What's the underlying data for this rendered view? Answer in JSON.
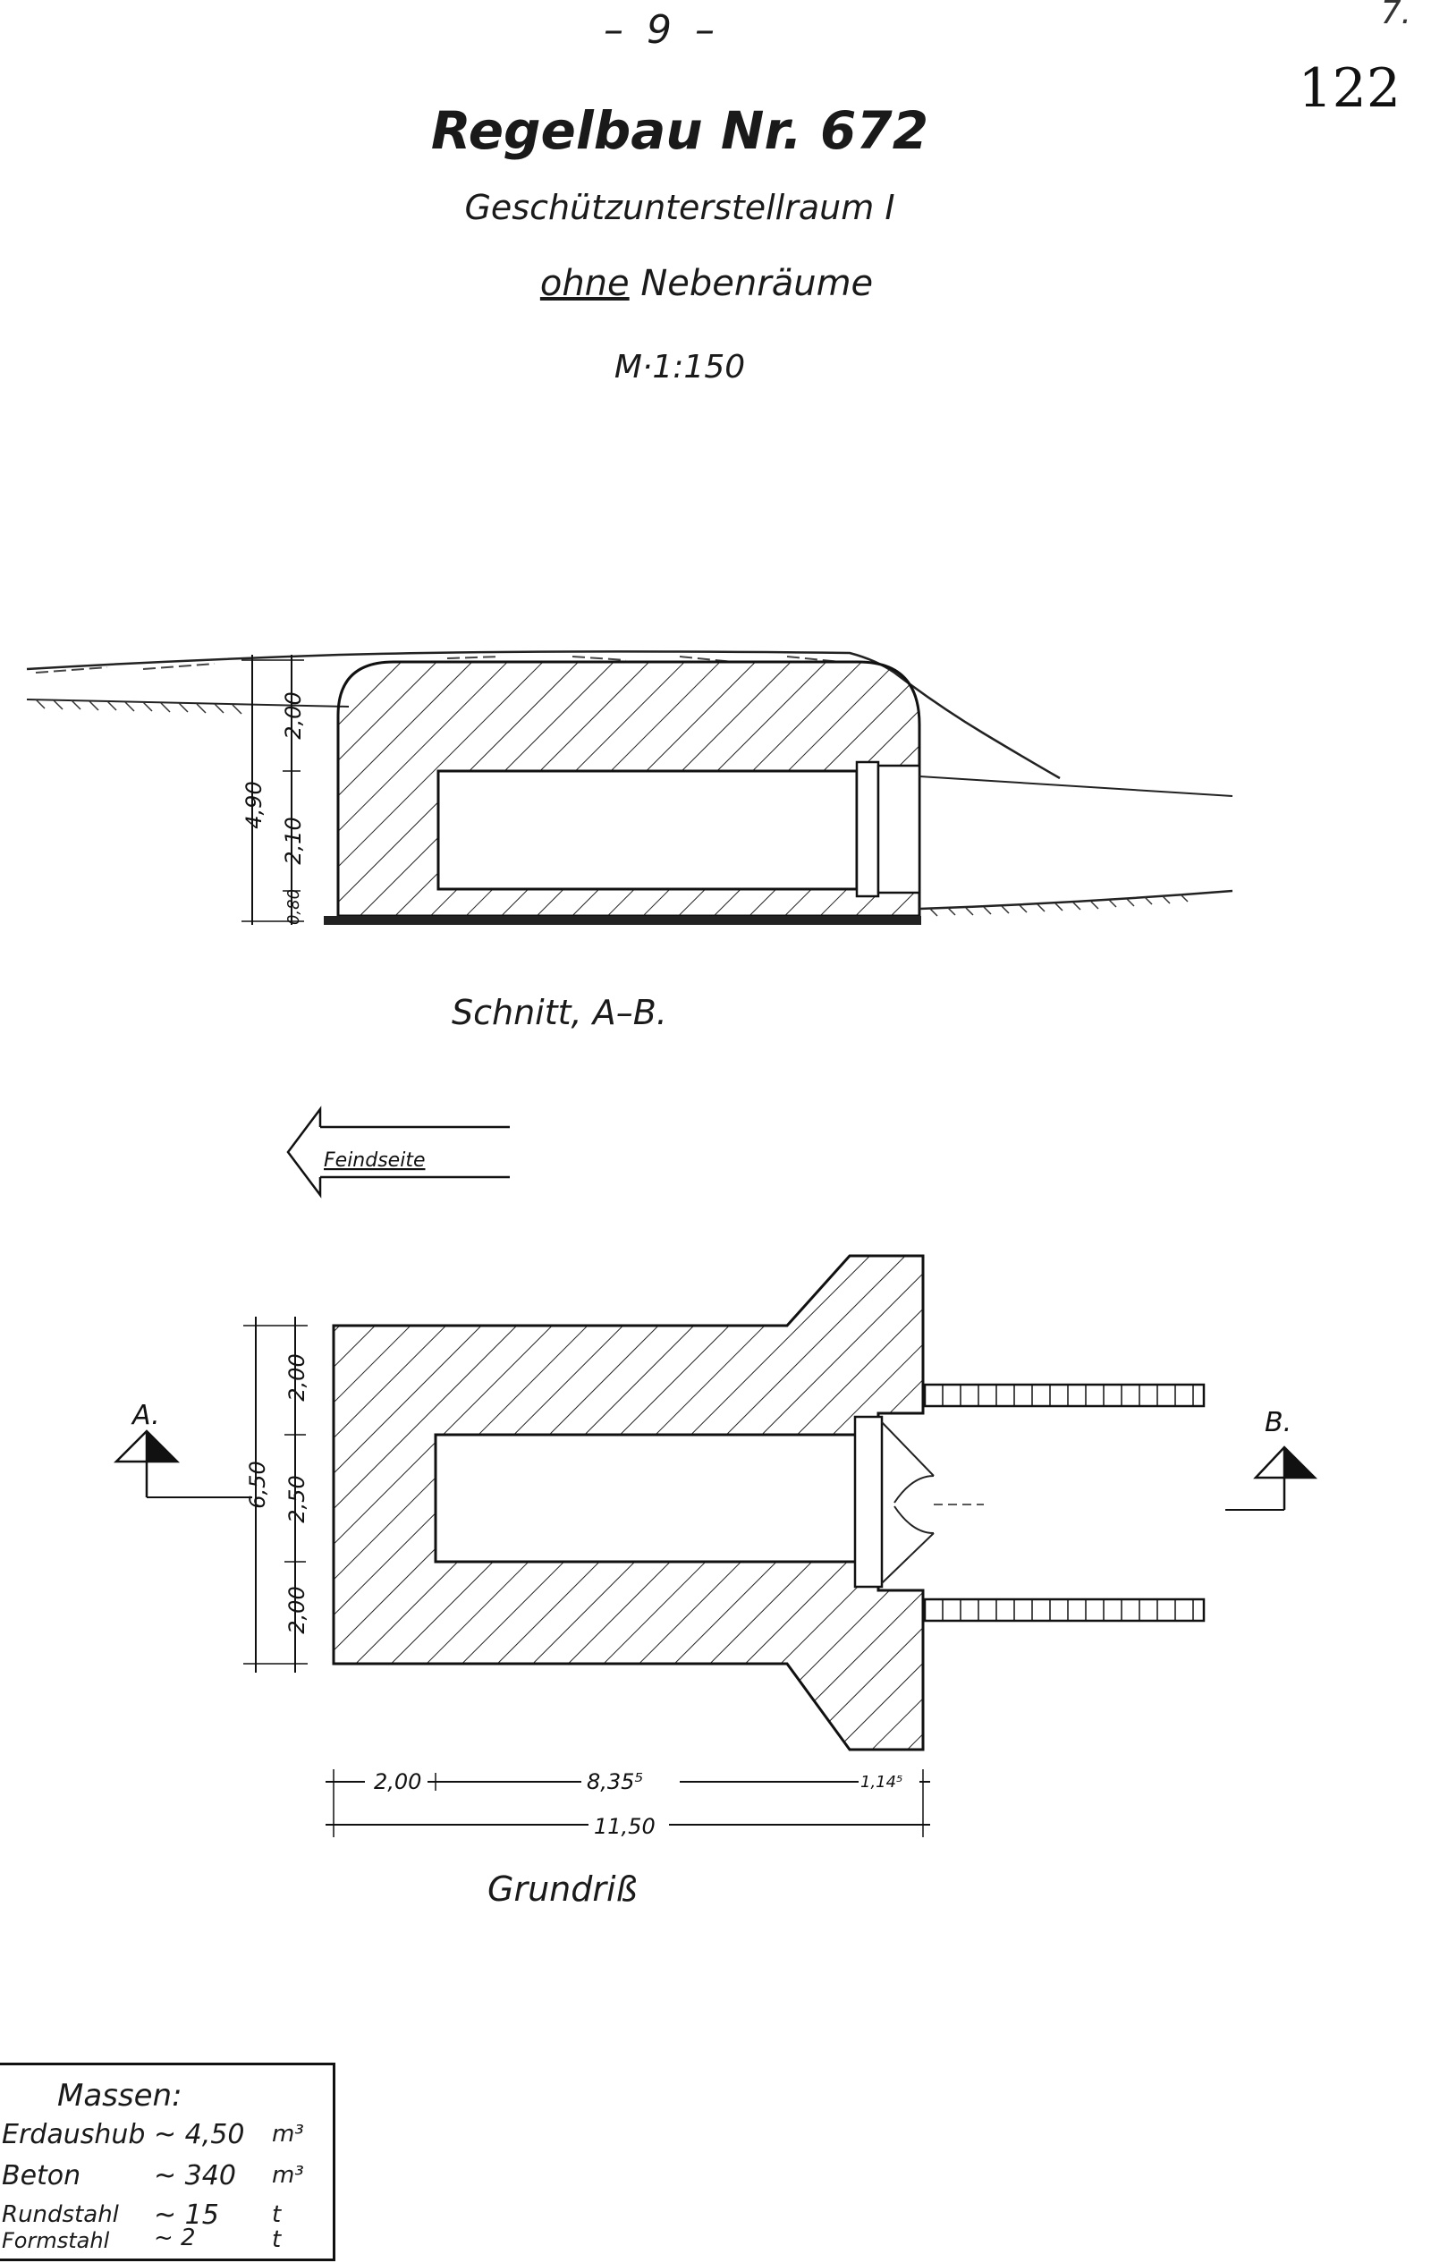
{
  "header": {
    "page_number": "– 9 –",
    "sheet_number": "122",
    "corner_mark": "7."
  },
  "title": {
    "main": "Regelbau Nr. 672",
    "subtitle": "Geschützunterstellraum I",
    "subtitle2_underlined": "ohne",
    "subtitle2_rest": "Nebenräume",
    "scale": "M·1:150"
  },
  "section": {
    "caption": "Schnitt, A–B.",
    "dimensions": {
      "total_height": "4,90",
      "top": "2,00",
      "middle": "2,10",
      "bottom": "0,80"
    }
  },
  "plan": {
    "caption": "Grundriß",
    "direction_label": "Feindseite",
    "marker_a": "A.",
    "marker_b": "B.",
    "dimensions": {
      "total_width": "6,50",
      "upper": "2,00",
      "middle": "2,50",
      "lower": "2,00",
      "left_length": "2,00",
      "middle_length": "8,35⁵",
      "right_length": "1,14⁵",
      "total_length": "11,50"
    }
  },
  "masses": {
    "title": "Massen:",
    "rows": [
      {
        "label": "Erdaushub",
        "value": "~ 4,50",
        "unit": "m³"
      },
      {
        "label": "Beton",
        "value": "~ 340",
        "unit": "m³"
      },
      {
        "label": "Rundstahl",
        "value": "~ 15",
        "unit": "t"
      },
      {
        "label": "Formstahl",
        "value": "~ 2",
        "unit": "t"
      }
    ]
  }
}
